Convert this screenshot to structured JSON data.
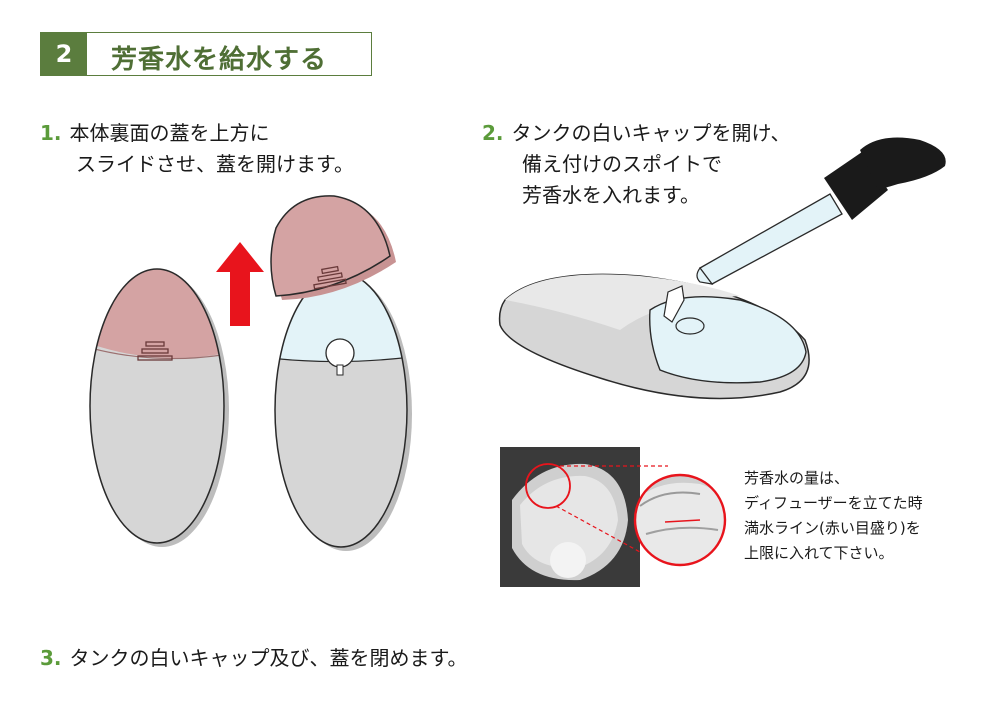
{
  "header": {
    "number": "2",
    "title": "芳香水を給水する"
  },
  "steps": [
    {
      "number": "1.",
      "lines": [
        "本体裏面の蓋を上方に",
        "スライドさせ、蓋を開けます。"
      ]
    },
    {
      "number": "2.",
      "lines": [
        "タンクの白いキャップを開け、",
        "備え付けのスポイトで",
        "芳香水を入れます。"
      ]
    },
    {
      "number": "3.",
      "lines": [
        "タンクの白いキャップ及び、蓋を閉めます。"
      ]
    }
  ],
  "note": {
    "lines": [
      "芳香水の量は、",
      "ディフューザーを立てた時",
      "満水ライン(赤い目盛り)を",
      "上限に入れて下さい。"
    ]
  },
  "colors": {
    "accent_green": "#5b7d3e",
    "step_number_green": "#5b9b3a",
    "lid_pink": "#d4a3a3",
    "body_gray": "#d6d6d6",
    "arrow_red": "#e8141c",
    "tank_blue": "#e3f3f8"
  }
}
